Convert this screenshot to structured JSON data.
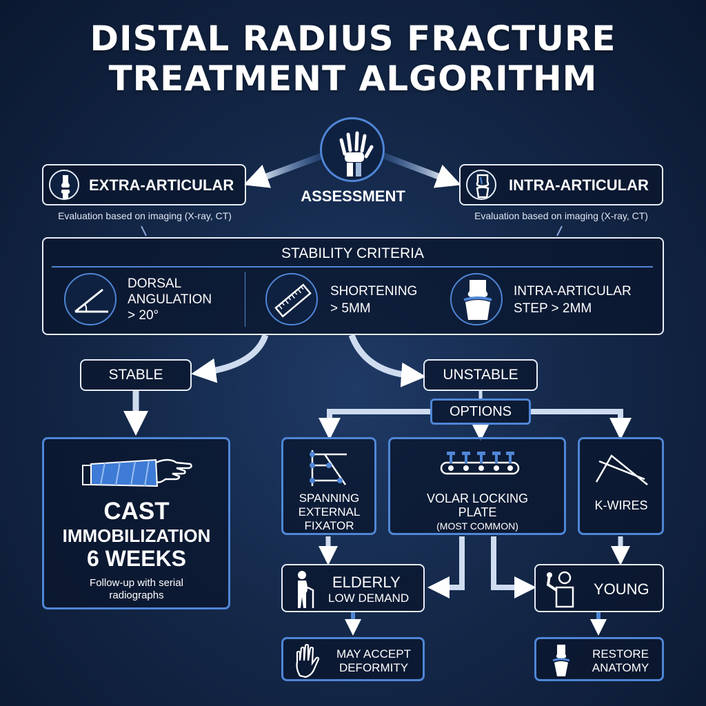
{
  "title": {
    "line1": "DISTAL RADIUS FRACTURE",
    "line2": "TREATMENT ALGORITHM"
  },
  "assessment": {
    "label": "ASSESSMENT",
    "icon": "hand-xray-icon"
  },
  "extra_articular": {
    "label": "EXTRA-ARTICULAR",
    "note": "Evaluation based on imaging (X-ray, CT)",
    "icon": "bone-joint-icon"
  },
  "intra_articular": {
    "label": "INTRA-ARTICULAR",
    "note": "Evaluation based on imaging (X-ray, CT)",
    "icon": "knee-joint-icon"
  },
  "stability": {
    "title": "STABILITY CRITERIA",
    "criteria": [
      {
        "line1": "DORSAL",
        "line2": "ANGULATION",
        "line3": "> 20°",
        "icon": "angle-icon"
      },
      {
        "line1": "SHORTENING",
        "line2": "> 5MM",
        "icon": "ruler-icon"
      },
      {
        "line1": "INTRA-ARTICULAR",
        "line2": "STEP > 2MM",
        "icon": "joint-step-icon"
      }
    ]
  },
  "stable": {
    "label": "STABLE"
  },
  "unstable": {
    "label": "UNSTABLE"
  },
  "options": {
    "label": "OPTIONS"
  },
  "cast": {
    "line1": "CAST",
    "line2": "IMMOBILIZATION",
    "line3": "6 WEEKS",
    "note1": "Follow-up with serial",
    "note2": "radiographs",
    "icon": "cast-arm-icon"
  },
  "external_fixator": {
    "line1": "SPANNING",
    "line2": "EXTERNAL",
    "line3": "FIXATOR",
    "icon": "fixator-icon"
  },
  "volar_plate": {
    "line1": "VOLAR LOCKING",
    "line2": "PLATE",
    "line3": "(MOST COMMON)",
    "icon": "plate-screws-icon"
  },
  "k_wires": {
    "label": "K-WIRES",
    "icon": "k-wires-icon"
  },
  "elderly": {
    "line1": "ELDERLY",
    "line2": "LOW DEMAND",
    "icon": "elderly-person-icon"
  },
  "young": {
    "label": "YOUNG",
    "icon": "strong-person-icon"
  },
  "accept": {
    "line1": "MAY ACCEPT",
    "line2": "DEFORMITY",
    "icon": "hand-icon"
  },
  "restore": {
    "line1": "RESTORE",
    "line2": "ANATOMY",
    "icon": "bone-restore-icon"
  },
  "colors": {
    "accent": "#4f86d6",
    "line": "#e8eef8",
    "background": "#142849"
  }
}
